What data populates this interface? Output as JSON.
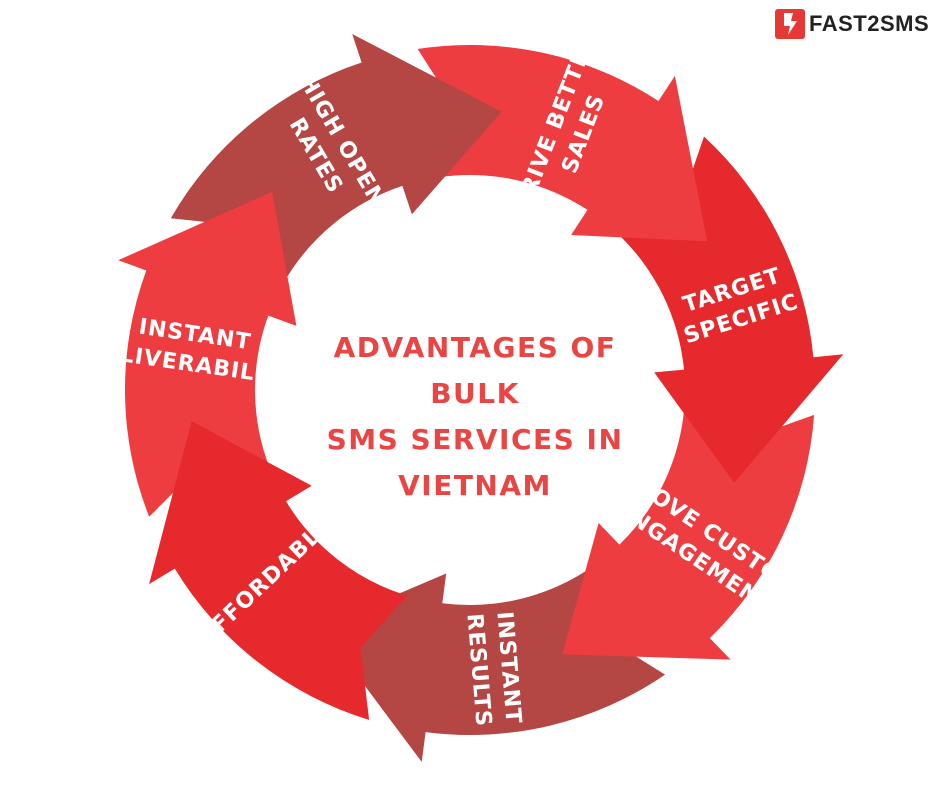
{
  "title_lines": [
    "ADVANTAGES OF BULK",
    "SMS SERVICES IN",
    "VIETNAM"
  ],
  "logo": {
    "text": "FAST2SMS",
    "icon": "bolt-icon"
  },
  "steps": [
    {
      "lines": [
        "AFFORDABLE"
      ],
      "color": "#e5292c"
    },
    {
      "lines": [
        "INSTANT",
        "DELIVERABILITY"
      ],
      "color": "#ee3d40"
    },
    {
      "lines": [
        "HIGH OPEN",
        "RATES"
      ],
      "color": "#b44644"
    },
    {
      "lines": [
        "DRIVE BETTER",
        "SALES"
      ],
      "color": "#ee3d40"
    },
    {
      "lines": [
        "TARGET",
        "SPECIFIC"
      ],
      "color": "#e5292c"
    },
    {
      "lines": [
        "IMPROVE CUSTOMER",
        "ENGAGEMENT"
      ],
      "color": "#ee3d40"
    },
    {
      "lines": [
        "INSTANT",
        "RESULTS"
      ],
      "color": "#b44644"
    }
  ],
  "colors": {
    "title": "#e84545",
    "label": "#ffffff",
    "logo_accent": "#e53935"
  }
}
